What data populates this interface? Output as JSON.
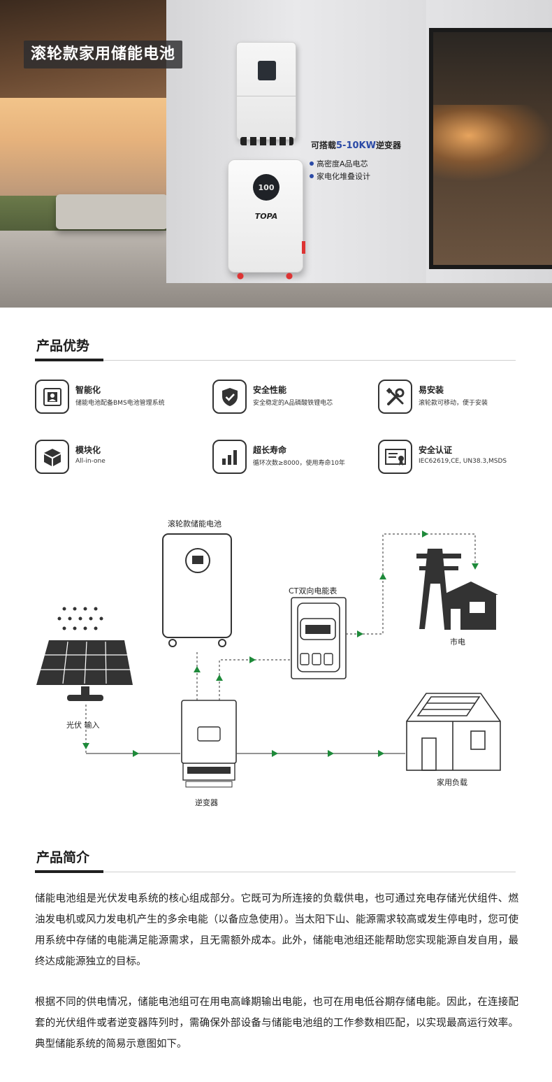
{
  "hero": {
    "title": "滚轮款家用储能电池",
    "caption_prefix": "可搭载",
    "caption_highlight": "5-10KW",
    "caption_suffix": "逆变器",
    "bullets": [
      "高密度A品电芯",
      "家电化堆叠设计"
    ],
    "brand": "TOPA",
    "screen_value": "100"
  },
  "advantages": {
    "heading": "产品优势",
    "items": [
      {
        "name": "智能化",
        "desc": "储能电池配备BMS电池管理系统",
        "icon": "smart-screen-icon"
      },
      {
        "name": "安全性能",
        "desc": "安全稳定的A品磷酸铁锂电芯",
        "icon": "shield-check-icon"
      },
      {
        "name": "易安装",
        "desc": "滚轮款可移动，便于安装",
        "icon": "tools-icon"
      },
      {
        "name": "模块化",
        "desc": "All-in-one",
        "icon": "cube-icon"
      },
      {
        "name": "超长寿命",
        "desc": "循环次数≥8000，使用寿命10年",
        "icon": "bar-chart-icon"
      },
      {
        "name": "安全认证",
        "desc": "IEC62619,CE, UN38.3,MSDS",
        "icon": "certificate-icon"
      }
    ]
  },
  "diagram": {
    "battery_label": "滚轮款储能电池",
    "meter_label": "CT双向电能表",
    "grid_label": "市电",
    "pv_label": "光伏 输入",
    "inverter_label": "逆变器",
    "load_label": "家用负载",
    "arrow_color": "#1e8a3a"
  },
  "intro": {
    "heading": "产品简介",
    "paragraphs": [
      "储能电池组是光伏发电系统的核心组成部分。它既可为所连接的负载供电，也可通过充电存储光伏组件、燃油发电机或风力发电机产生的多余电能（以备应急使用）。当太阳下山、能源需求较高或发生停电时，您可使用系统中存储的电能满足能源需求，且无需额外成本。此外，储能电池组还能帮助您实现能源自发自用，最终达成能源独立的目标。",
      "根据不同的供电情况，储能电池组可在用电高峰期输出电能，也可在用电低谷期存储电能。因此，在连接配套的光伏组件或者逆变器阵列时，需确保外部设备与储能电池组的工作参数相匹配，以实现最高运行效率。典型储能系统的简易示意图如下。"
    ]
  }
}
